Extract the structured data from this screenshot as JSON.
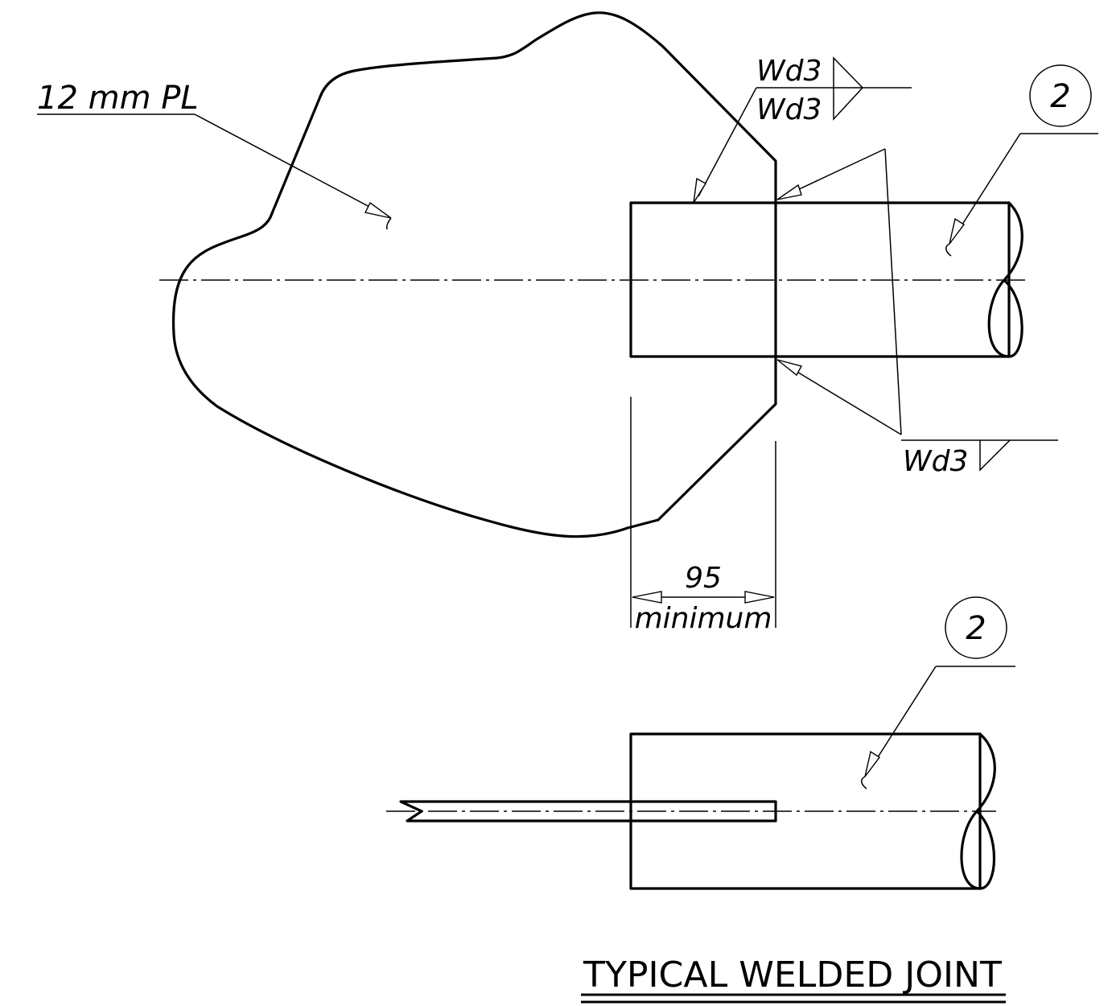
{
  "plate_label": "12 mm PL",
  "weld_symbol_top_upper": "Wd3",
  "weld_symbol_top_lower": "Wd3",
  "weld_symbol_bottom": "Wd3",
  "item_number_top": "2",
  "item_number_bottom": "2",
  "dimension_value": "95",
  "dimension_note": "minimum",
  "title": "TYPICAL WELDED JOINT"
}
